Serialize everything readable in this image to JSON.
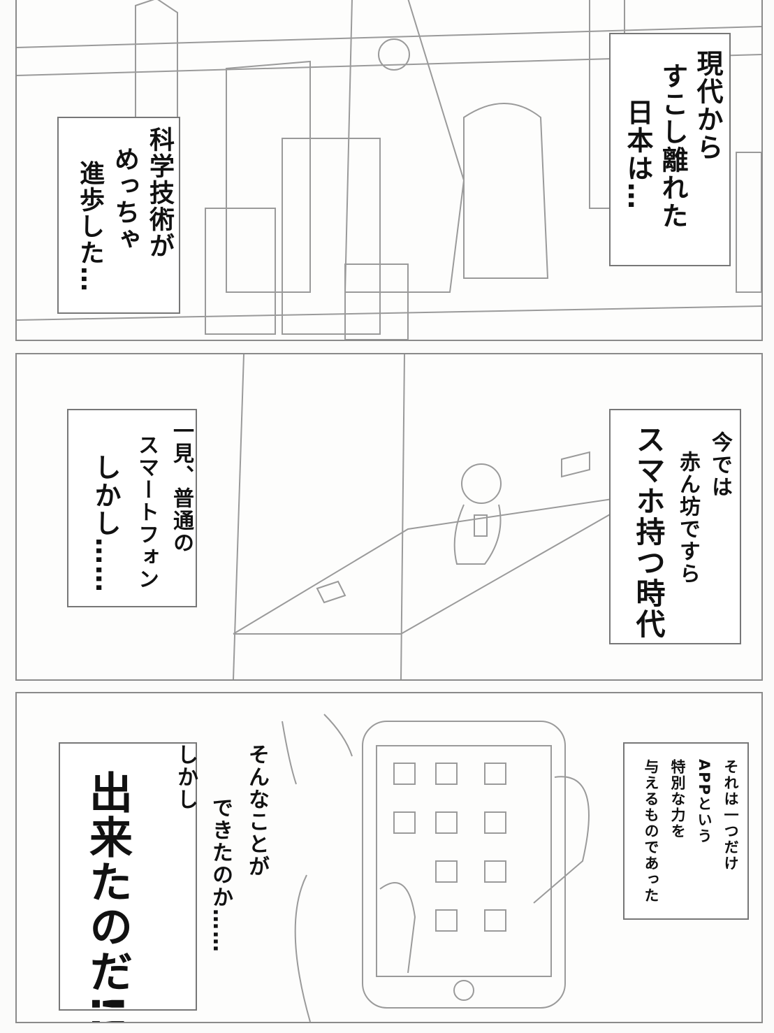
{
  "panel1": {
    "caption_right": [
      "現代から",
      "すこし離れた",
      "日本は…"
    ],
    "caption_left": [
      "科学技術が",
      "めっちゃ",
      "進歩した…"
    ]
  },
  "panel2": {
    "caption_right": [
      "今では",
      "赤ん坊ですら",
      "スマホ持つ時代"
    ],
    "caption_left": [
      "一見、普通の",
      "スマートフォン",
      "しかし……"
    ]
  },
  "panel3": {
    "caption_right": [
      "それは一つだけ",
      "APPという",
      "特別な力を",
      "与えるものであった"
    ],
    "narration": [
      "そんなことが",
      "できたのか……",
      "しかし"
    ],
    "exclamation": "出来たのだ!!"
  }
}
